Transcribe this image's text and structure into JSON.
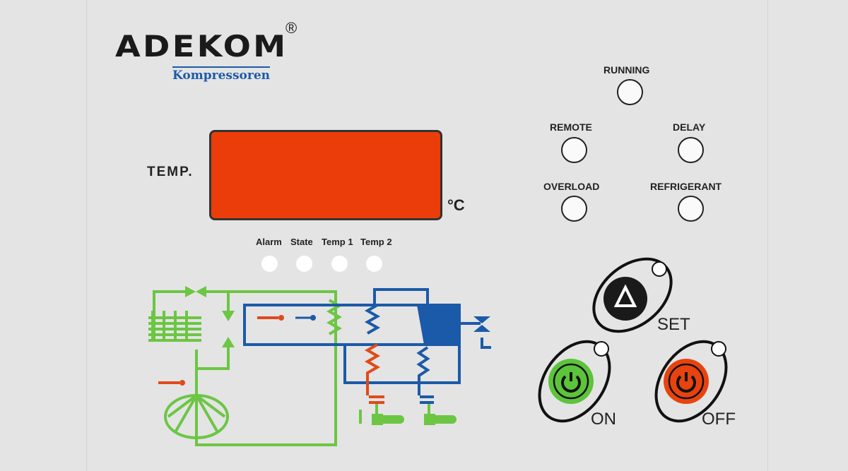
{
  "brand": {
    "name": "ADEKOM",
    "registered": "®",
    "subtitle": "Kompressoren"
  },
  "display": {
    "label": "TEMP.",
    "unit": "°C",
    "color": "#ea3d0a"
  },
  "indicators": [
    {
      "label": "RUNNING"
    },
    {
      "label": "REMOTE"
    },
    {
      "label": "DELAY"
    },
    {
      "label": "OVERLOAD"
    },
    {
      "label": "REFRIGERANT"
    }
  ],
  "status_leds": [
    {
      "label": "Alarm"
    },
    {
      "label": "State"
    },
    {
      "label": "Temp 1"
    },
    {
      "label": "Temp 2"
    }
  ],
  "buttons": {
    "set": {
      "label": "SET",
      "icon": "triangle-up-icon"
    },
    "on": {
      "label": "ON",
      "icon": "power-icon",
      "color": "#5cc43a"
    },
    "off": {
      "label": "OFF",
      "icon": "power-icon",
      "color": "#e8430f"
    }
  },
  "diagram_colors": {
    "green": "#6cc644",
    "blue": "#1b5aa8",
    "red": "#e04a1a"
  }
}
